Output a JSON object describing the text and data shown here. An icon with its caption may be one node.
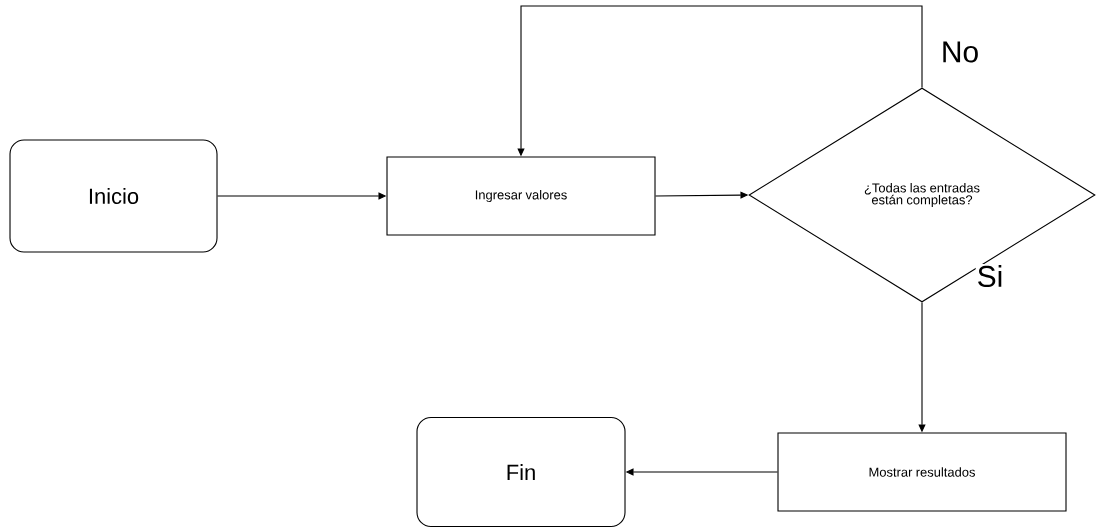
{
  "diagram": {
    "nodes": [
      {
        "text": [
          "Inicio"
        ]
      },
      {
        "text": [
          "Ingresar valores"
        ]
      },
      {
        "text": [
          "¿Todas las entradas están completas?"
        ]
      },
      {
        "text": [
          "Mostrar resultados"
        ]
      },
      {
        "text": [
          "Fin"
        ]
      }
    ],
    "edges": [
      {
        "from": 0,
        "to": 1,
        "arrow": "to"
      },
      {
        "from": 1,
        "to": 2,
        "arrow": "to"
      },
      {
        "from": 2,
        "to": 1,
        "arrow": "to",
        "label": "No"
      },
      {
        "from": 2,
        "to": 3,
        "arrow": "to",
        "label": "Si"
      },
      {
        "from": 3,
        "to": 4,
        "arrow": "to"
      }
    ]
  }
}
